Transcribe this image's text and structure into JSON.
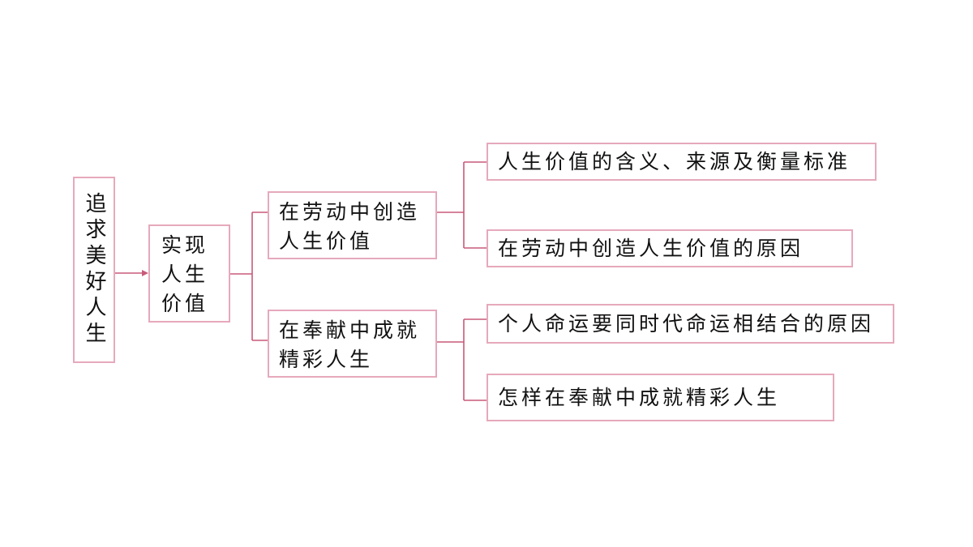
{
  "diagram": {
    "root": "追求美好人生",
    "level1": "实现人生价值",
    "branches": [
      {
        "label": "在劳动中创造人生价值",
        "children": [
          "人生价值的含义、来源及衡量标准",
          "在劳动中创造人生价值的原因"
        ]
      },
      {
        "label": "在奉献中成就精彩人生",
        "children": [
          "个人命运要同时代命运相结合的原因",
          "怎样在奉献中成就精彩人生"
        ]
      }
    ]
  },
  "colors": {
    "connector": "#c85a7a",
    "border": "#e6a9bb",
    "background": "#ffffff",
    "text": "#111111"
  }
}
